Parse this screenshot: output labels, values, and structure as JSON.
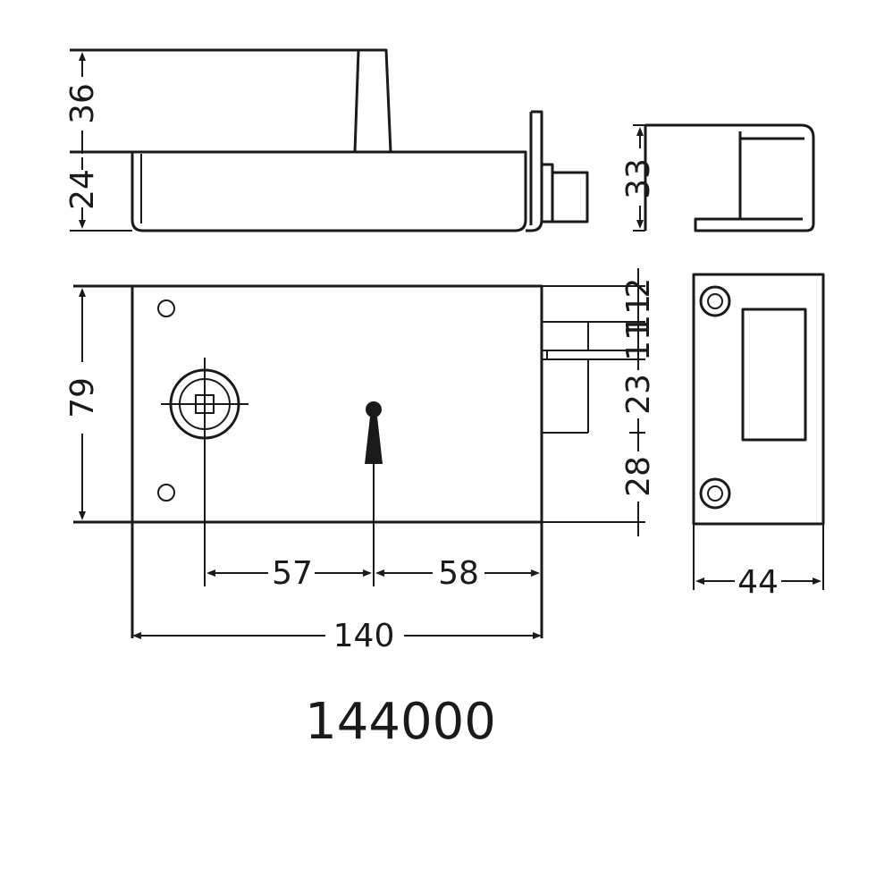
{
  "drawing": {
    "part_number": "144000",
    "dimensions": {
      "side_height_upper": "36",
      "side_height_lower": "24",
      "strike_depth": "33",
      "front_height": "79",
      "bolt_offset_1": "2",
      "bolt_offset_2": "11",
      "bolt_offset_3": "11",
      "bolt_offset_4": "23",
      "bolt_offset_5": "28",
      "cylinder_to_keyhole": "57",
      "keyhole_to_edge": "58",
      "overall_width": "140",
      "strike_width": "44"
    }
  }
}
